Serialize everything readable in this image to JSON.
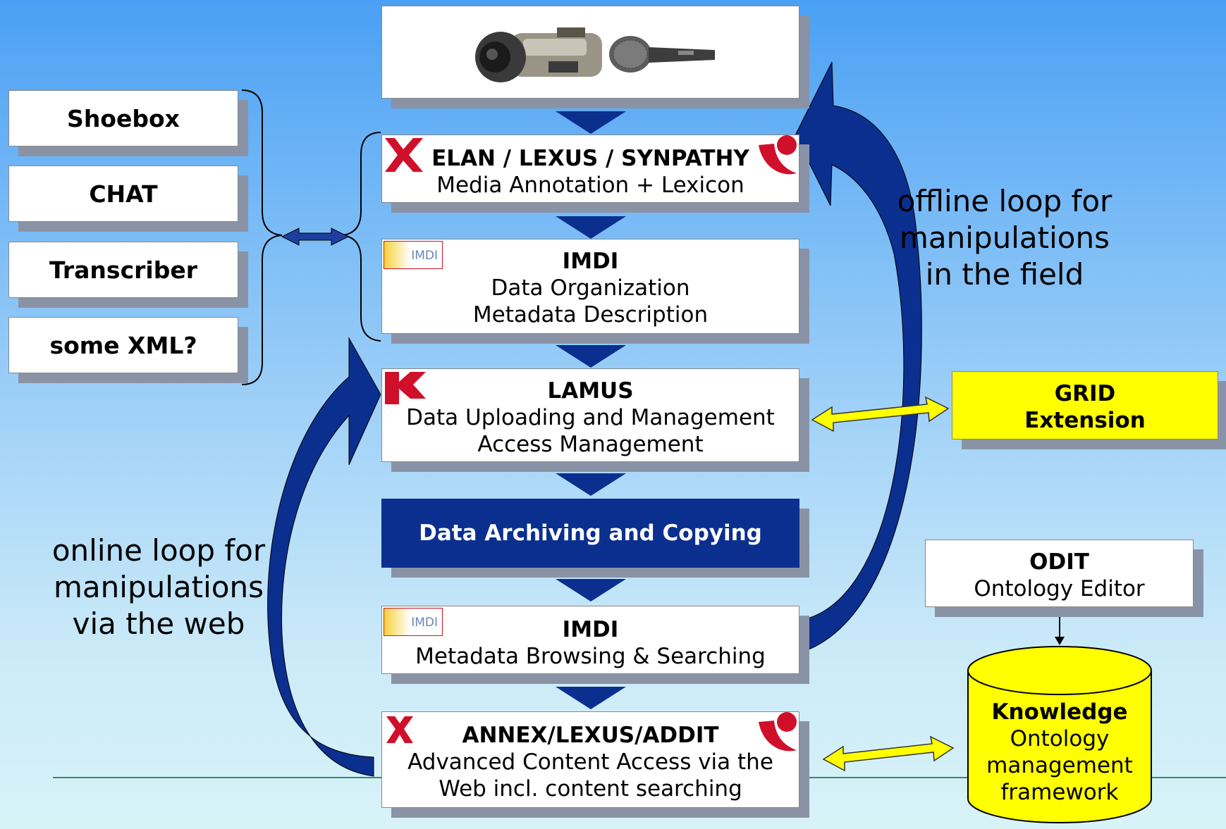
{
  "left_tools": [
    "Shoebox",
    "CHAT",
    "Transcriber",
    "some XML?"
  ],
  "media_box": {
    "camera_icon": "video-camera-icon",
    "mic_icon": "microphone-icon"
  },
  "pipeline": {
    "elan": {
      "title": "ELAN / LEXUS / SYNPATHY",
      "subtitle": "Media Annotation + Lexicon"
    },
    "imdi_org": {
      "title": "IMDI",
      "line1": "Data Organization",
      "line2": "Metadata Description"
    },
    "lamus": {
      "title": "LAMUS",
      "line1": "Data Uploading and Management",
      "line2": "Access Management"
    },
    "archiving": {
      "title": "Data Archiving and Copying"
    },
    "imdi_browse": {
      "title": "IMDI",
      "line1": "Metadata Browsing & Searching"
    },
    "annex": {
      "title": "ANNEX/LEXUS/ADDIT",
      "line1": "Advanced Content Access via the",
      "line2": "Web incl. content searching"
    }
  },
  "logos": {
    "imdi_logo_text": "IMDI"
  },
  "offline_loop": [
    "offline loop for",
    "manipulations",
    "in the field"
  ],
  "online_loop": [
    "online loop for",
    "manipulations",
    "via the web"
  ],
  "grid": {
    "line1": "GRID",
    "line2": "Extension"
  },
  "odit": {
    "title": "ODIT",
    "subtitle": "Ontology Editor"
  },
  "knowledge": {
    "title": "Knowledge",
    "line1": "Ontology",
    "line2": "management",
    "line3": "framework"
  },
  "colors": {
    "dark_blue": "#0b2f8f",
    "yellow": "#ffff00",
    "logo_red": "#d0102a"
  }
}
